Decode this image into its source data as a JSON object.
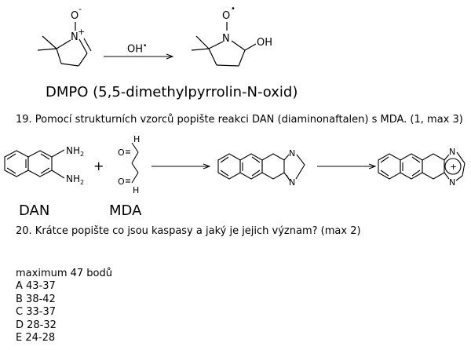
{
  "reaction1": {
    "reagent": "OH",
    "reagent_dot": "•",
    "left_atoms": {
      "o": "O",
      "o_charge": "-",
      "n": "N",
      "n_charge": "+"
    },
    "right_atoms": {
      "o": "O",
      "o_charge": "•",
      "n": "N",
      "oh": "OH"
    },
    "caption": "DMPO (5,5-dimethylpyrrolin-N-oxid)"
  },
  "question19": "19. Pomocí strukturních vzorců popište reakci DAN (diaminonaftalen) s MDA. (1, max 3)",
  "reaction2": {
    "nh2_top": "NH",
    "nh2_bottom": "NH",
    "sub": "2",
    "plus": "+",
    "h_top": "H",
    "o_top": "O",
    "o_bottom": "O",
    "h_bottom": "H",
    "n_top": "N",
    "n_bottom": "N",
    "charge": "+",
    "label_dan": "DAN",
    "label_mda": "MDA"
  },
  "question20": "20. Krátce popište co jsou kaspasy a jaký je jejich význam? (max 2)",
  "grading": {
    "title": "maximum 47 bodů",
    "grades": [
      "A 43-37",
      "B 38-42",
      "C 33-37",
      "D 28-32",
      "E 24-28"
    ]
  }
}
